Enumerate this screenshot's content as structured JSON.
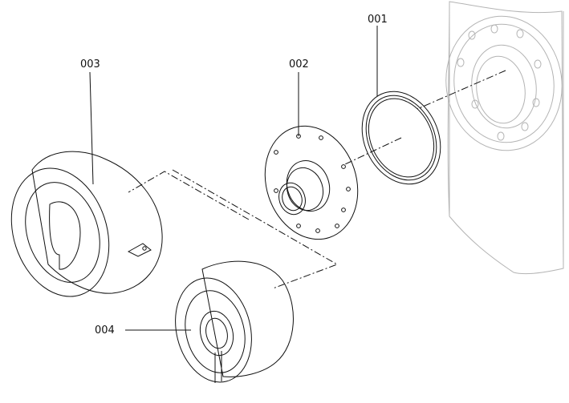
{
  "labels": {
    "part_001": "001",
    "part_002": "002",
    "part_003": "003",
    "part_004": "004"
  },
  "colors": {
    "line": "#111111",
    "mounting_surface": "#b4b4b4",
    "insert_fill": "#c8c8c8",
    "background": "#ffffff"
  }
}
